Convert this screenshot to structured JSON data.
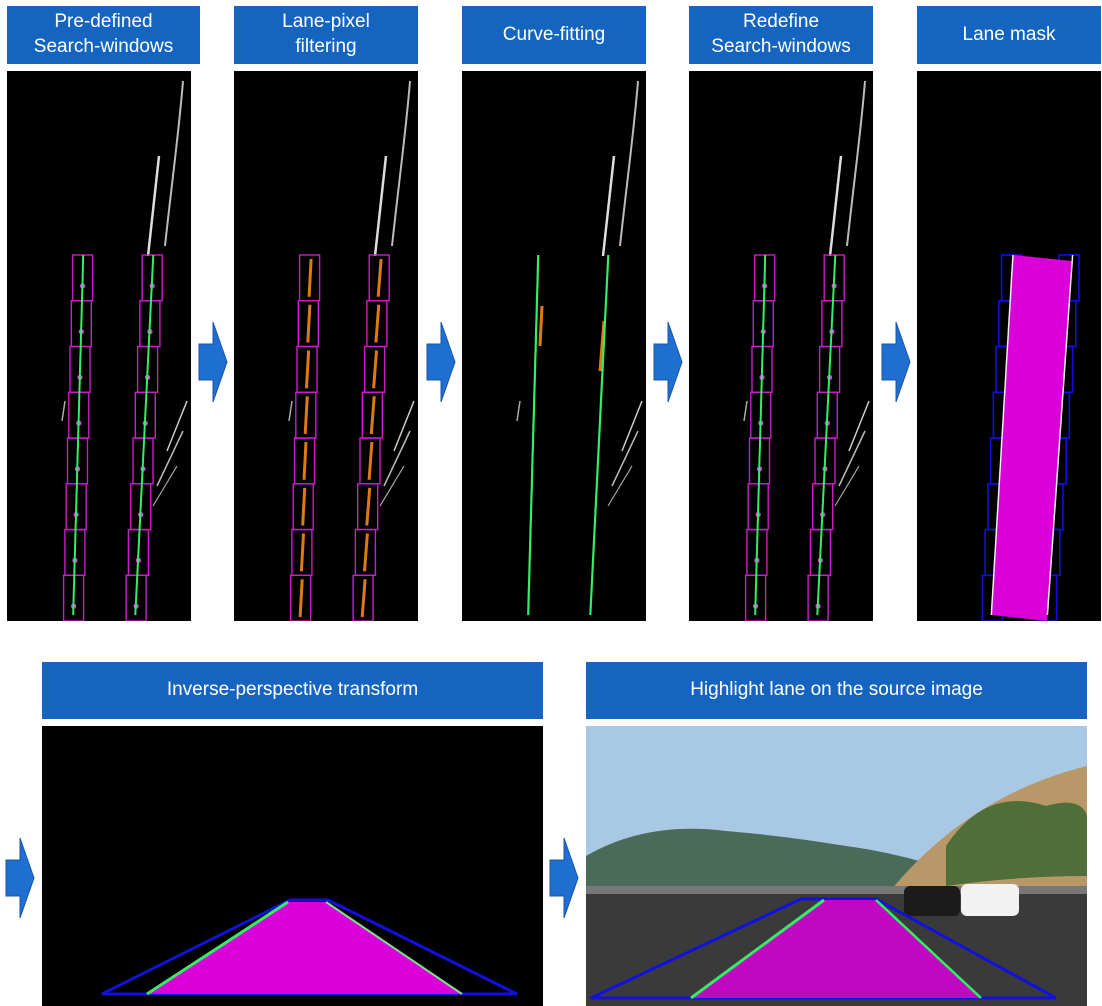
{
  "steps": [
    {
      "label": "Pre-defined\nSearch-windows",
      "kind": "windows"
    },
    {
      "label": "Lane-pixel\nfiltering",
      "kind": "pixels"
    },
    {
      "label": "Curve-fitting",
      "kind": "curves"
    },
    {
      "label": "Redefine\nSearch-windows",
      "kind": "windows"
    },
    {
      "label": "Lane mask",
      "kind": "mask"
    }
  ],
  "bottom": [
    {
      "label": "Inverse-perspective transform",
      "kind": "warp"
    },
    {
      "label": "Highlight lane on the source image",
      "kind": "photo"
    }
  ],
  "colors": {
    "header": "#1565c0",
    "arrow": "#1f6fd1",
    "window": "#c81ec8",
    "centroid": "#e040e0",
    "fit": "#33ee66",
    "pixels": "#e07a10",
    "mask": "#d900d9",
    "boundary": "#1010e0"
  }
}
